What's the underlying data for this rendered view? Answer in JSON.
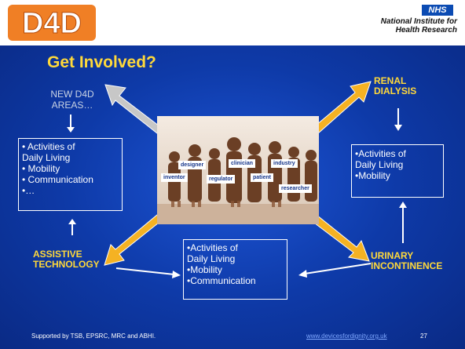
{
  "header": {
    "logo_text": "D4D",
    "nhs_badge": "NHS",
    "org_line1": "National Institute for",
    "org_line2": "Health Research"
  },
  "title": "Get Involved?",
  "top_left": {
    "line1": "NEW D4D",
    "line2": "AREAS…"
  },
  "left_box": [
    "• Activities of",
    "Daily Living",
    "• Mobility",
    "• Communication",
    "•…"
  ],
  "assistive": {
    "line1": "ASSISTIVE",
    "line2": "TECHNOLOGY"
  },
  "renal": {
    "line1": "RENAL",
    "line2": "DIALYSIS"
  },
  "right_box": [
    "•Activities of",
    "Daily Living",
    "•Mobility"
  ],
  "urinary": {
    "line1": "URINARY",
    "line2": "INCONTINENCE"
  },
  "bottom_box": [
    "•Activities of",
    "Daily Living",
    "•Mobility",
    "•Communication"
  ],
  "center_tags": {
    "designer": "designer",
    "clinician": "clinician",
    "industry": "industry",
    "inventor": "inventor",
    "regulator": "regulator",
    "patient": "patient",
    "researcher": "researcher"
  },
  "footer": {
    "supported": "Supported by TSB, EPSRC, MRC and ABHI.",
    "link": "www.devicesfordignity.org.uk",
    "page": "27"
  },
  "colors": {
    "background": "#0d2f8f",
    "accent": "#ffd93a",
    "nhs_blue": "#0b4bb3",
    "arrow_orange": "#f5b223",
    "arrow_gray": "#c7c7c7"
  }
}
